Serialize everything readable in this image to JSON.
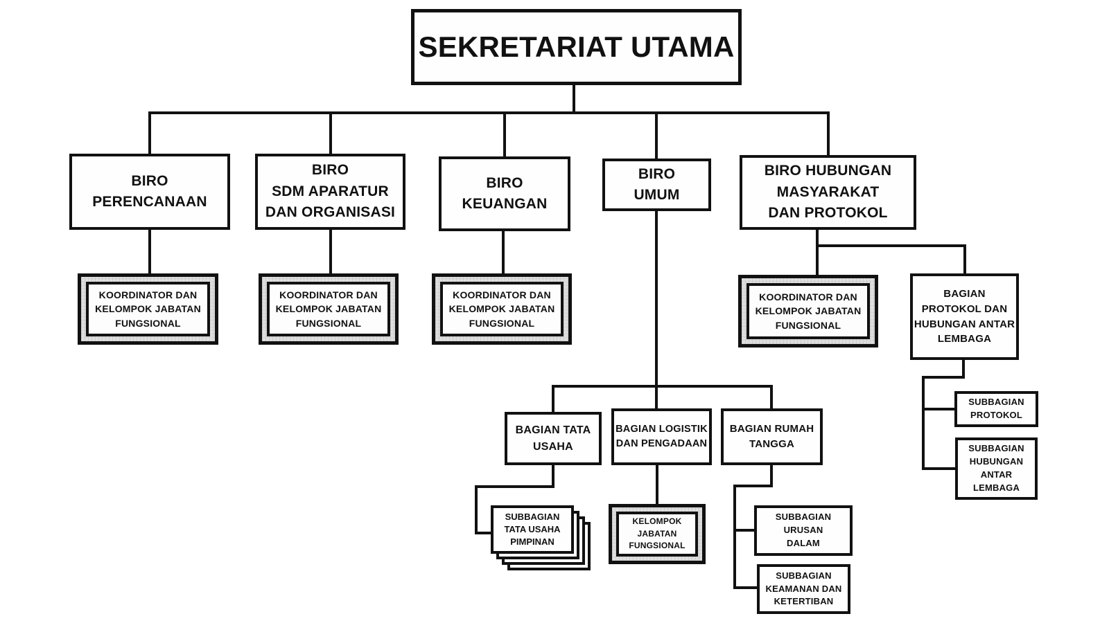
{
  "diagram_title": "SEKRETARIAT UTAMA",
  "colors": {
    "line": "#111111",
    "box_fill": "#ffffff",
    "double_border_band": "#dedede",
    "text": "#111111"
  },
  "nodes": {
    "root": "SEKRETARIAT UTAMA",
    "biro_perencanaan": "BIRO\nPERENCANAAN",
    "biro_sdm": "BIRO\nSDM APARATUR\nDAN ORGANISASI",
    "biro_keuangan": "BIRO\nKEUANGAN",
    "biro_umum": "BIRO\nUMUM",
    "biro_humas": "BIRO HUBUNGAN\nMASYARAKAT\nDAN PROTOKOL",
    "koordinator_1": "KOORDINATOR DAN\nKELOMPOK JABATAN\nFUNGSIONAL",
    "koordinator_2": "KOORDINATOR DAN\nKELOMPOK JABATAN\nFUNGSIONAL",
    "koordinator_3": "KOORDINATOR DAN\nKELOMPOK JABATAN\nFUNGSIONAL",
    "koordinator_4": "KOORDINATOR DAN\nKELOMPOK JABATAN\nFUNGSIONAL",
    "bagian_protokol_hal": "BAGIAN\nPROTOKOL DAN\nHUBUNGAN ANTAR\nLEMBAGA",
    "bagian_tata_usaha": "BAGIAN TATA\nUSAHA",
    "bagian_logistik": "BAGIAN LOGISTIK\nDAN PENGADAAN",
    "bagian_rumah_tangga": "BAGIAN RUMAH\nTANGGA",
    "subbagian_tata_usaha_pimpinan": "SUBBAGIAN\nTATA USAHA\nPIMPINAN",
    "kelompok_jabatan_fungsional": "KELOMPOK\nJABATAN\nFUNGSIONAL",
    "subbagian_urusan_dalam": "SUBBAGIAN\nURUSAN\nDALAM",
    "subbagian_keamanan": "SUBBAGIAN\nKEAMANAN DAN\nKETERTIBAN",
    "subbagian_protokol": "SUBBAGIAN\nPROTOKOL",
    "subbagian_hubungan_antar_lembaga": "SUBBAGIAN\nHUBUNGAN\nANTAR\nLEMBAGA"
  }
}
